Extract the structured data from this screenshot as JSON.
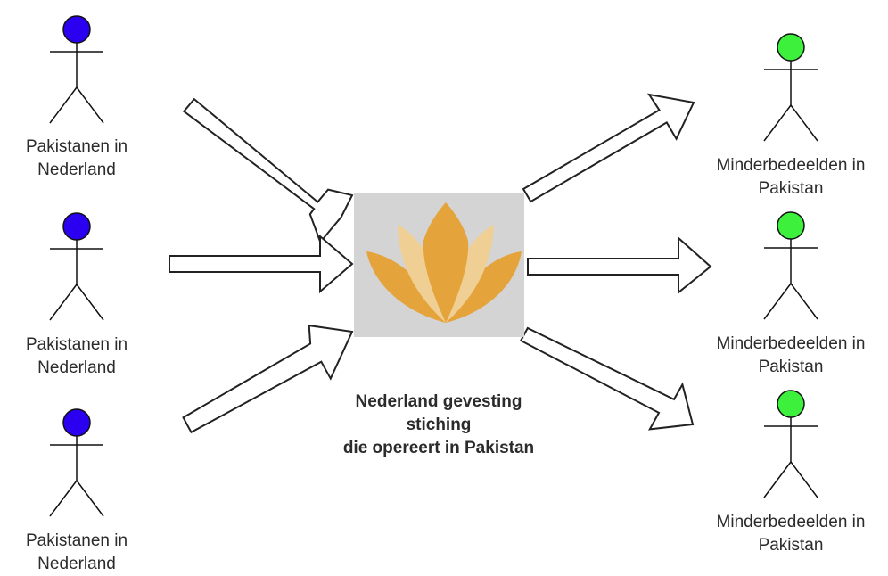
{
  "donors": [
    {
      "label_line1": "Pakistanen in",
      "label_line2": "Nederland"
    },
    {
      "label_line1": "Pakistanen in",
      "label_line2": "Nederland"
    },
    {
      "label_line1": "Pakistanen in",
      "label_line2": "Nederland"
    }
  ],
  "recipients": [
    {
      "label_line1": "Minderbedeelden in",
      "label_line2": "Pakistan"
    },
    {
      "label_line1": "Minderbedeelden in",
      "label_line2": "Pakistan"
    },
    {
      "label_line1": "Minderbedeelden in",
      "label_line2": "Pakistan"
    }
  ],
  "foundation": {
    "caption_line1": "Nederland gevesting",
    "caption_line2": "stiching",
    "caption_line3": "die opereert in Pakistan",
    "logo": "lotus-logo"
  },
  "colors": {
    "donor_head": "#2b00f0",
    "recipient_head": "#3cf03c",
    "logo_background": "#d4d4d4",
    "logo_petal_dark": "#e5a33b",
    "logo_petal_light": "#f0cf94"
  }
}
